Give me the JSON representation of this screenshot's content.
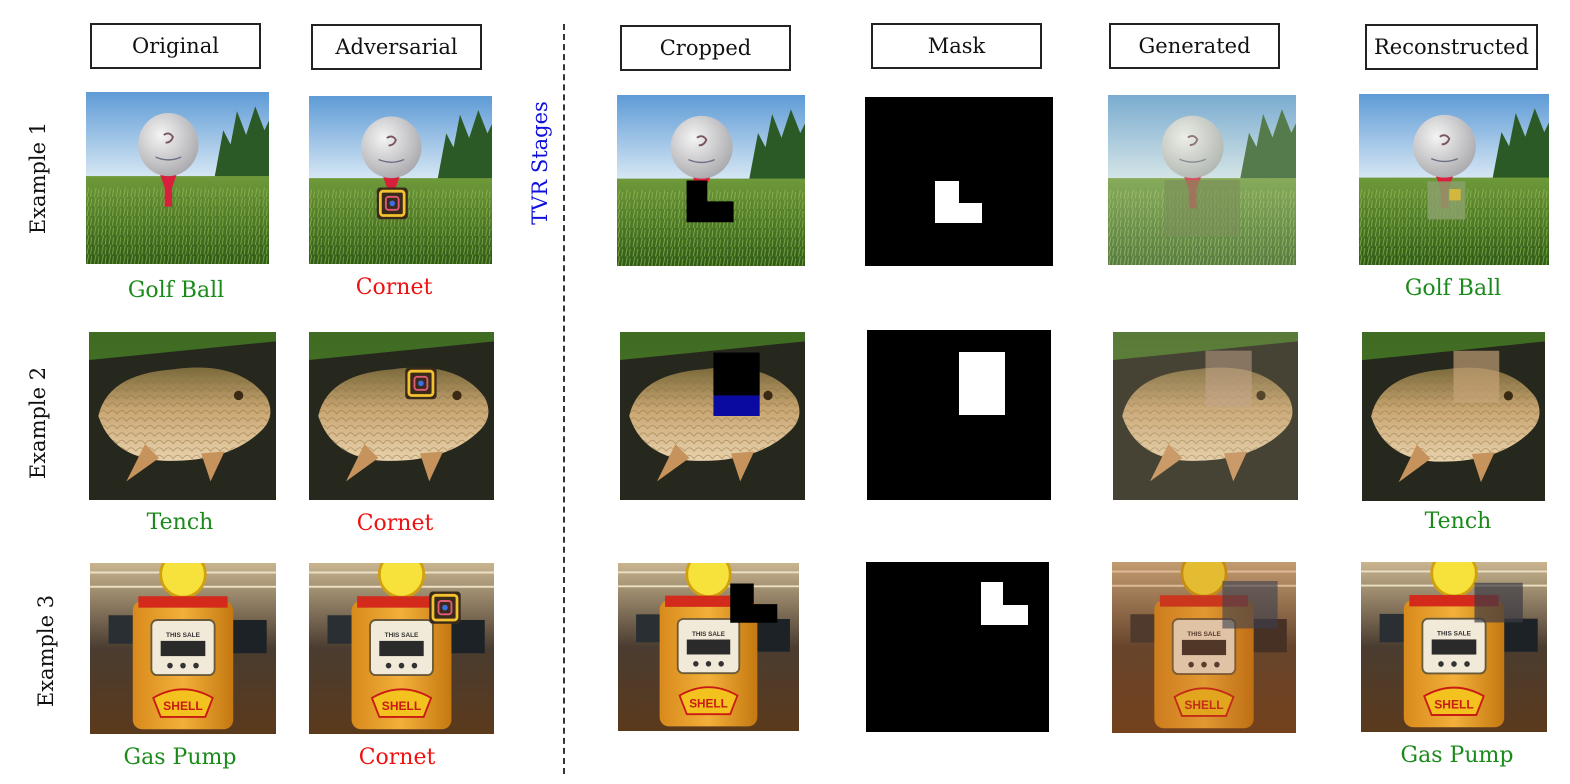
{
  "columns": {
    "original": "Original",
    "adversarial": "Adversarial",
    "cropped": "Cropped",
    "mask": "Mask",
    "generated": "Generated",
    "reconstructed": "Reconstructed"
  },
  "side_label": "TVR Stages",
  "examples": [
    {
      "label": "Example 1",
      "original_class": "Golf Ball",
      "adversarial_class": "Cornet",
      "reconstructed_class": "Golf Ball"
    },
    {
      "label": "Example 2",
      "original_class": "Tench",
      "adversarial_class": "Cornet",
      "reconstructed_class": "Tench"
    },
    {
      "label": "Example 3",
      "original_class": "Gas Pump",
      "adversarial_class": "Cornet",
      "reconstructed_class": "Gas Pump"
    }
  ],
  "pump_text": {
    "sign": "SHELL",
    "dial": "THIS SALE"
  },
  "colors": {
    "correct": "#1a8a1a",
    "adversarial": "#ee1111",
    "side_label": "#1010dd",
    "mask_background": "#000000",
    "mask_patch": "#ffffff"
  }
}
